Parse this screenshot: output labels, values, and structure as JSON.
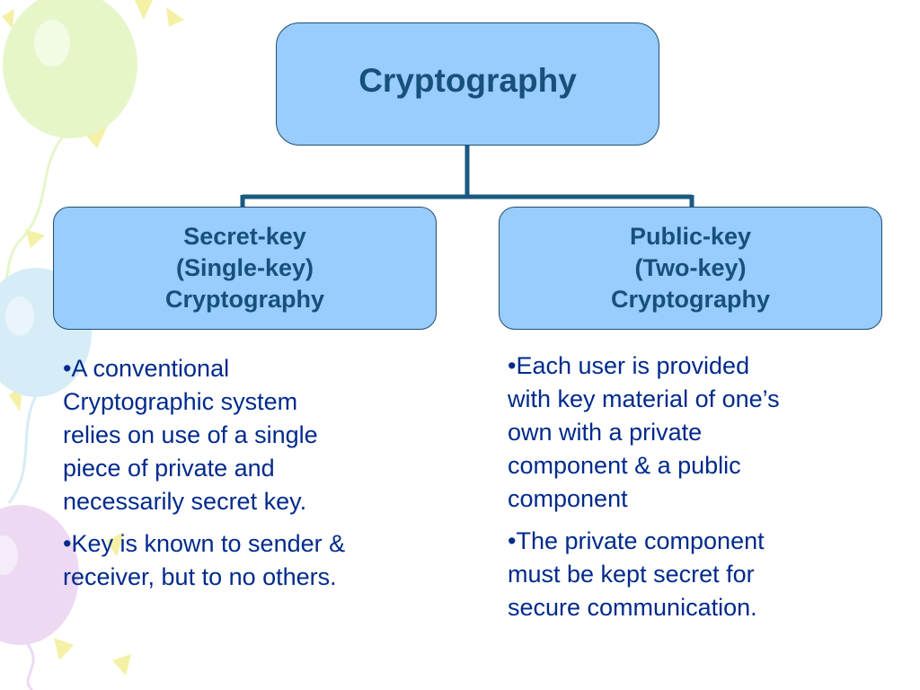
{
  "colors": {
    "node_fill": "#99ccff",
    "node_border": "#1f4f6f",
    "node_text": "#17507a",
    "connector": "#1a5a80",
    "body_text": "#002a8c",
    "balloon_green": "#e6f6c9",
    "balloon_blue": "#d6ecf7",
    "balloon_purple": "#eed9f3",
    "streamer_yellow": "#f4f1a6"
  },
  "diagram": {
    "root": {
      "label": "Cryptography"
    },
    "children": [
      {
        "lines": [
          "Secret-key",
          "(Single-key)",
          "Cryptography"
        ]
      },
      {
        "lines": [
          "Public-key",
          "(Two-key)",
          "Cryptography"
        ]
      }
    ]
  },
  "descriptions": {
    "left": [
      {
        "lines": [
          "•A conventional",
          "Cryptographic system",
          "relies on use of a single",
          "piece of private and",
          "necessarily secret key."
        ]
      },
      {
        "lines": [
          "•Key is known to sender &",
          "receiver, but to no others."
        ]
      }
    ],
    "right": [
      {
        "lines": [
          "•Each user is provided",
          "with key material of one’s",
          "own with a private",
          "component  & a public",
          "component"
        ]
      },
      {
        "lines": [
          "•The private component",
          "must be kept secret for",
          "secure communication."
        ]
      }
    ]
  }
}
